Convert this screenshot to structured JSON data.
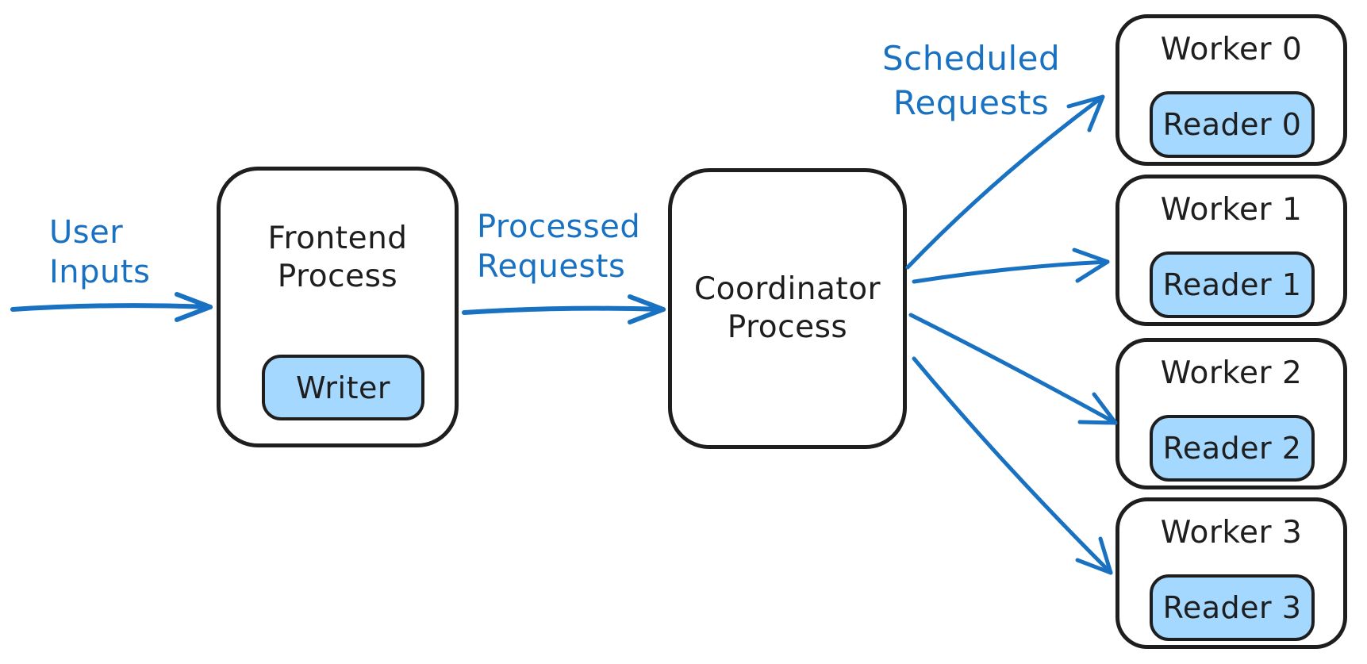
{
  "colors": {
    "ink": "#1e1e1e",
    "accent": "#1971c2",
    "chip_fill": "#a5d8ff",
    "canvas": "#ffffff"
  },
  "labels": {
    "user_inputs": "User\nInputs",
    "processed_requests": "Processed\nRequests",
    "scheduled_requests": "Scheduled\nRequests"
  },
  "frontend": {
    "title": "Frontend\nProcess",
    "chip": "Writer"
  },
  "coordinator": {
    "title": "Coordinator\nProcess"
  },
  "workers": [
    {
      "title": "Worker 0",
      "reader": "Reader 0"
    },
    {
      "title": "Worker 1",
      "reader": "Reader 1"
    },
    {
      "title": "Worker 2",
      "reader": "Reader 2"
    },
    {
      "title": "Worker 3",
      "reader": "Reader 3"
    }
  ],
  "connections": [
    {
      "from": "user",
      "to": "frontend-process",
      "label": "User Inputs"
    },
    {
      "from": "frontend-process",
      "to": "coordinator-process",
      "label": "Processed Requests"
    },
    {
      "from": "coordinator-process",
      "to": "worker-0",
      "label": "Scheduled Requests"
    },
    {
      "from": "coordinator-process",
      "to": "worker-1",
      "label": "Scheduled Requests"
    },
    {
      "from": "coordinator-process",
      "to": "worker-2",
      "label": "Scheduled Requests"
    },
    {
      "from": "coordinator-process",
      "to": "worker-3",
      "label": "Scheduled Requests"
    }
  ]
}
